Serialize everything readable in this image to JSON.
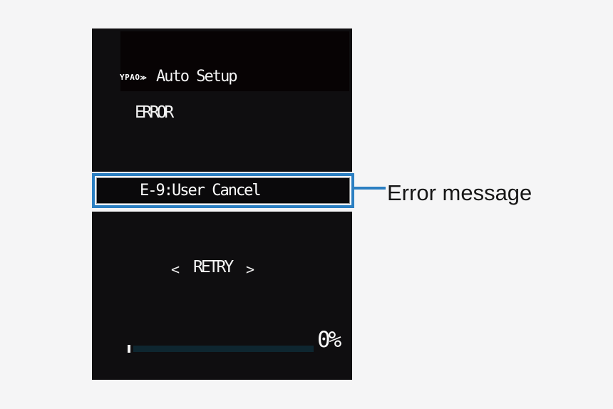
{
  "osd": {
    "logo": "YPAO",
    "logo_waves": "≫",
    "title": "Auto Setup",
    "status": "ERROR",
    "error_message": "E-9:User Cancel",
    "retry": {
      "left_arrow": "<",
      "label": "RETRY",
      "right_arrow": ">"
    },
    "progress": {
      "label": "0%",
      "percent": 0
    }
  },
  "annotation": {
    "label": "Error message"
  },
  "colors": {
    "highlight_blue": "#2b7fc2",
    "panel_black": "#0f0e10",
    "header_black": "#070304",
    "progress_track": "#0e2630",
    "osd_text": "#f4f4f4"
  }
}
